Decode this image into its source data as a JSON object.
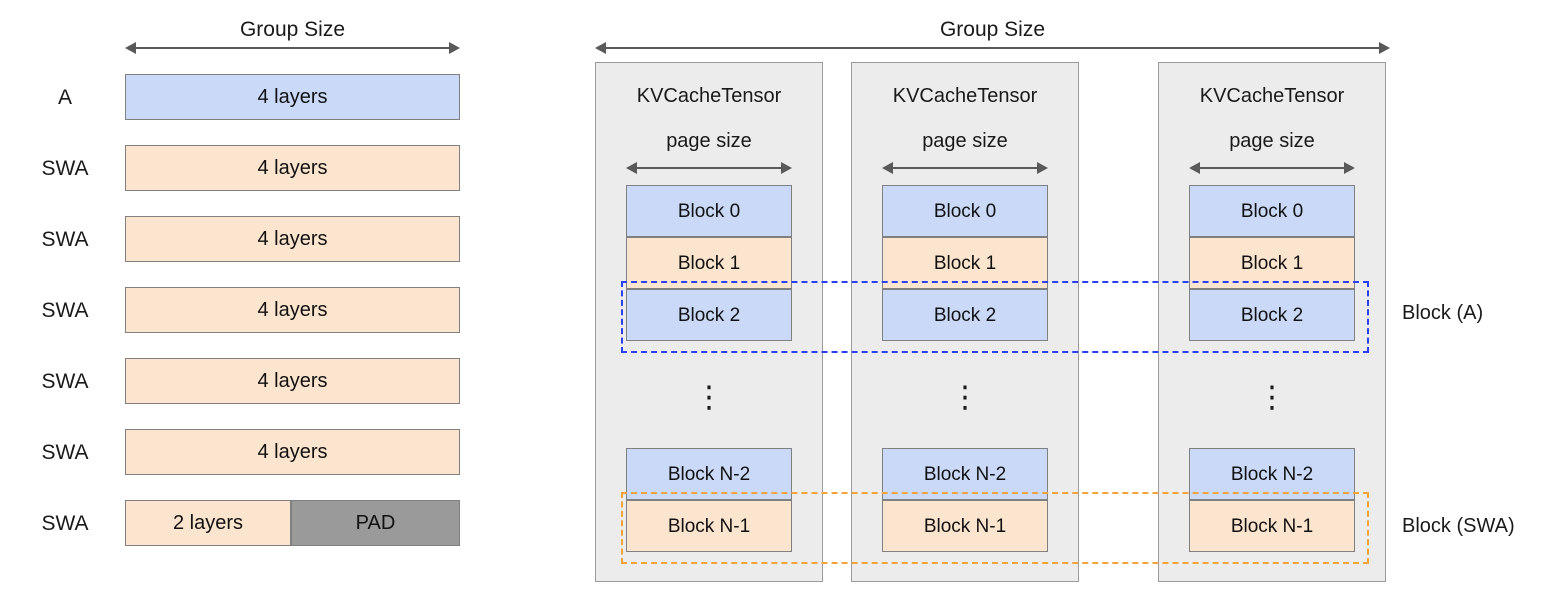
{
  "diagram": {
    "type": "kv-cache-layout-diagram",
    "colors": {
      "attention_blue": "#c9d9f7",
      "swa_orange": "#fce5cf",
      "pad_gray": "#9a9a9a",
      "tensor_bg": "#ececec",
      "box_border": "#808080",
      "select_a": "#2b3ff5",
      "select_swa": "#f2a33c"
    }
  },
  "left_panel": {
    "caption": "Group Size",
    "arrow_name": "group-size-arrow",
    "rows": [
      {
        "label": "A",
        "text": "4 layers",
        "kind": "attention",
        "pad": null
      },
      {
        "label": "SWA",
        "text": "4 layers",
        "kind": "swa",
        "pad": null
      },
      {
        "label": "SWA",
        "text": "4 layers",
        "kind": "swa",
        "pad": null
      },
      {
        "label": "SWA",
        "text": "4 layers",
        "kind": "swa",
        "pad": null
      },
      {
        "label": "SWA",
        "text": "4 layers",
        "kind": "swa",
        "pad": null
      },
      {
        "label": "SWA",
        "text": "4 layers",
        "kind": "swa",
        "pad": null
      },
      {
        "label": "SWA",
        "text": "2 layers",
        "kind": "swa",
        "pad": "PAD"
      }
    ]
  },
  "right_panel": {
    "caption": "Group Size",
    "arrow_name": "group-size-arrow",
    "columns": [
      {
        "title": "KVCacheTensor",
        "page_size_label": "page size",
        "blocks_top": [
          {
            "text": "Block 0",
            "kind": "attention"
          },
          {
            "text": "Block 1",
            "kind": "swa"
          },
          {
            "text": "Block 2",
            "kind": "attention"
          }
        ],
        "ellipsis": "⋮",
        "blocks_bottom": [
          {
            "text": "Block N-2",
            "kind": "attention"
          },
          {
            "text": "Block N-1",
            "kind": "swa"
          }
        ]
      },
      {
        "title": "KVCacheTensor",
        "page_size_label": "page size",
        "blocks_top": [
          {
            "text": "Block 0",
            "kind": "attention"
          },
          {
            "text": "Block 1",
            "kind": "swa"
          },
          {
            "text": "Block 2",
            "kind": "attention"
          }
        ],
        "ellipsis": "⋮",
        "blocks_bottom": [
          {
            "text": "Block N-2",
            "kind": "attention"
          },
          {
            "text": "Block N-1",
            "kind": "swa"
          }
        ]
      },
      {
        "title": "KVCacheTensor",
        "page_size_label": "page size",
        "blocks_top": [
          {
            "text": "Block 0",
            "kind": "attention"
          },
          {
            "text": "Block 1",
            "kind": "swa"
          },
          {
            "text": "Block 2",
            "kind": "attention"
          }
        ],
        "ellipsis": "⋮",
        "blocks_bottom": [
          {
            "text": "Block N-2",
            "kind": "attention"
          },
          {
            "text": "Block N-1",
            "kind": "swa"
          }
        ]
      }
    ],
    "selections": [
      {
        "label": "Block (A)",
        "target_block": "Block 2",
        "color": "#2b3ff5"
      },
      {
        "label": "Block (SWA)",
        "target_block": "Block N-1",
        "color": "#f2a33c"
      }
    ]
  }
}
